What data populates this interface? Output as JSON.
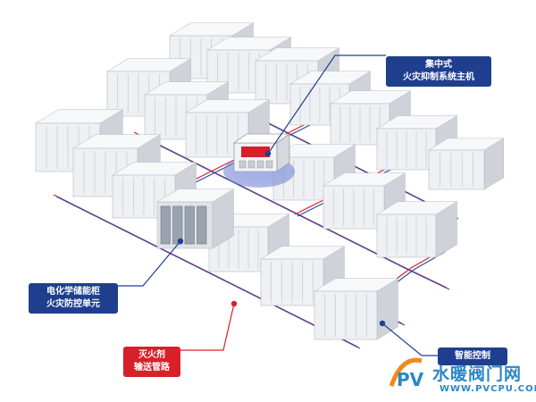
{
  "labels": {
    "host": [
      "集中式",
      "火灾抑制系统主机"
    ],
    "unit": [
      "电化学储能柜",
      "火灾防控单元"
    ],
    "pipe": [
      "灭火剂",
      "输送管路"
    ],
    "control": [
      "智能控制"
    ]
  },
  "watermark": {
    "name": "水暖阀门网",
    "url": "WWW.PVCPU.COM",
    "logo_letters": "PV"
  },
  "colors": {
    "label_blue": "#1f3f8e",
    "label_red": "#d8202a",
    "pipe_red": "#d8202a",
    "pipe_blue": "#2a4aa8",
    "container": "#eef0f3",
    "host_red": "#d8202a",
    "watermark_blue": "#2a87c6",
    "watermark_orange": "#f08a1c"
  },
  "icons": {
    "host_device": "fire-suppression-host-icon",
    "logo": "pv-logo-icon"
  }
}
